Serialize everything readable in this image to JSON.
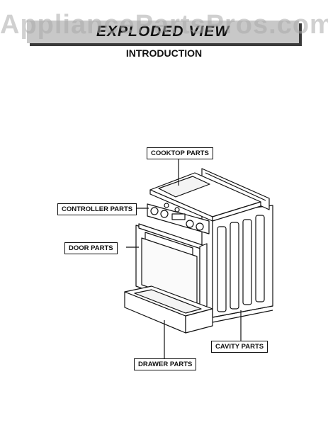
{
  "watermark": "AppliancePartsPros.com",
  "header": {
    "title": "EXPLODED VIEW"
  },
  "section_title": "INTRODUCTION",
  "callouts": {
    "cooktop": "COOKTOP PARTS",
    "controller": "CONTROLLER PARTS",
    "door": "DOOR PARTS",
    "cavity": "CAVITY PARTS",
    "drawer": "DRAWER PARTS"
  }
}
